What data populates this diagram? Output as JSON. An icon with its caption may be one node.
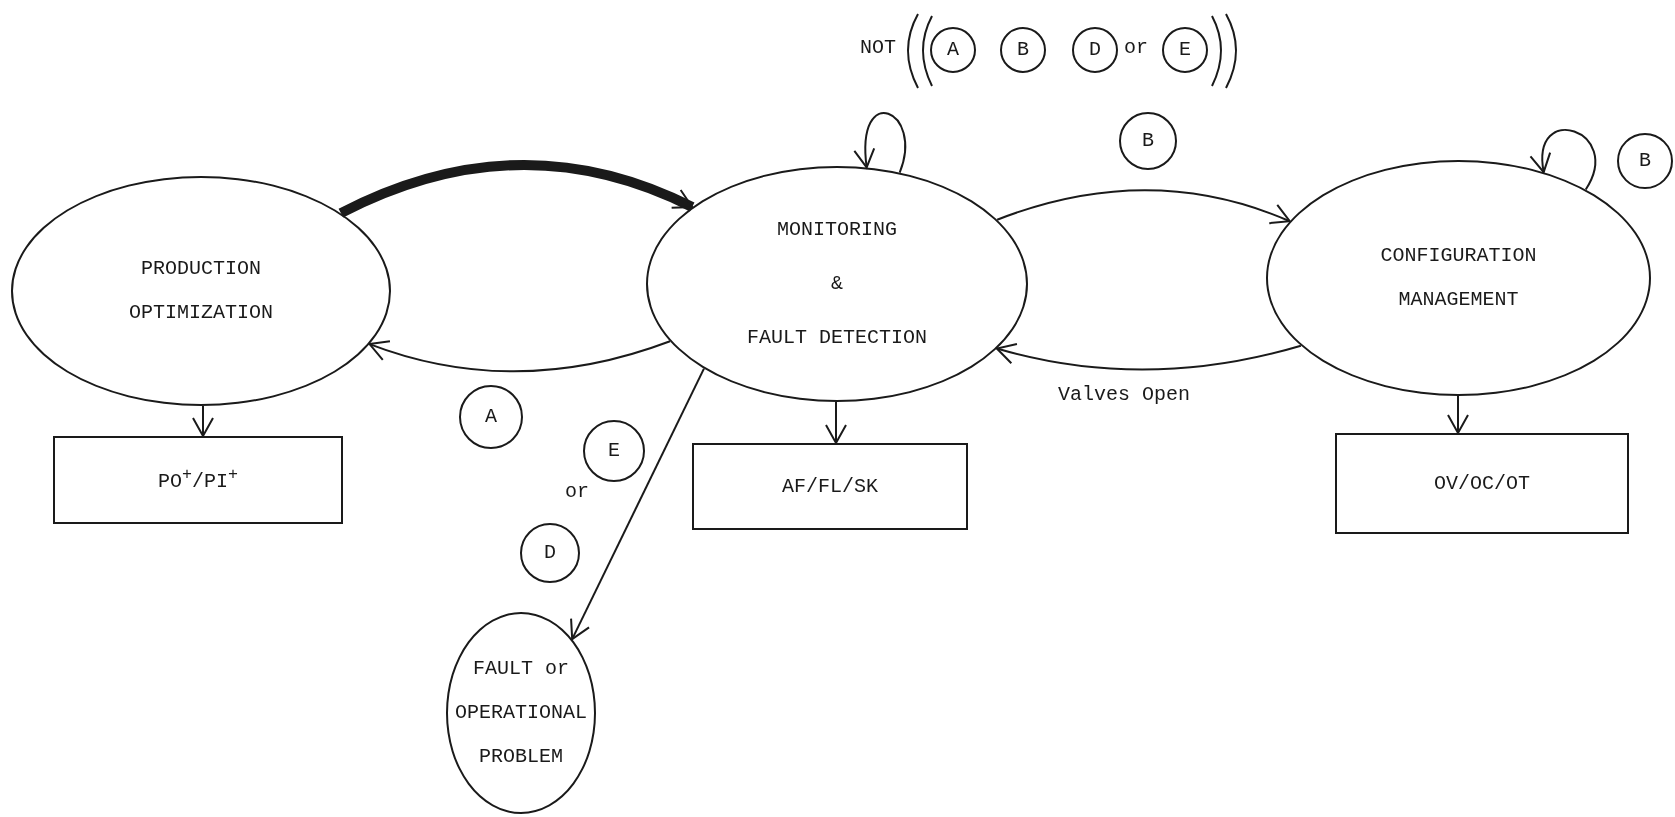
{
  "diagram": {
    "nodes": [
      {
        "text": [
          "PRODUCTION OPTIMIZATION"
        ]
      },
      {
        "text": [
          "MONITORING",
          "&",
          "FAULT DETECTION"
        ]
      },
      {
        "text": [
          "CONFIGURATION MANAGEMENT"
        ]
      },
      {
        "text": [
          "PO$^{+}$/PI$^{+}$"
        ]
      },
      {
        "text": [
          "AF/FL/SK"
        ]
      },
      {
        "text": [
          "OV/OC/OT"
        ]
      },
      {
        "text": [
          "FAULT or OPERATIONAL PROBLEM"
        ]
      },
      {
        "text": [
          "A"
        ]
      },
      {
        "text": [
          "B"
        ]
      },
      {
        "text": [
          "E"
        ]
      },
      {
        "text": [
          "D"
        ]
      },
      {
        "text": [
          "B"
        ]
      },
      {
        "text": [
          "A"
        ]
      },
      {
        "text": [
          "B"
        ]
      },
      {
        "text": [
          "D"
        ]
      },
      {
        "text": [
          "E"
        ]
      }
    ],
    "edges": [
      {
        "from": 0,
        "to": 1,
        "arrow": "to",
        "style": "thick"
      },
      {
        "from": 1,
        "to": 0,
        "arrow": "to"
      },
      {
        "from": 1,
        "to": 1,
        "arrow": "to"
      },
      {
        "from": 1,
        "to": 2,
        "arrow": "to"
      },
      {
        "from": 2,
        "to": 1,
        "arrow": "to",
        "label": "Valves Open"
      },
      {
        "from": 2,
        "to": 2,
        "arrow": "to"
      },
      {
        "from": 1,
        "to": 6,
        "arrow": "to"
      },
      {
        "from": 0,
        "to": 3,
        "arrow": "to"
      },
      {
        "from": 1,
        "to": 4,
        "arrow": "to"
      },
      {
        "from": 2,
        "to": 5,
        "arrow": "to"
      }
    ],
    "labels": [
      "NOT",
      "or",
      "or"
    ]
  }
}
